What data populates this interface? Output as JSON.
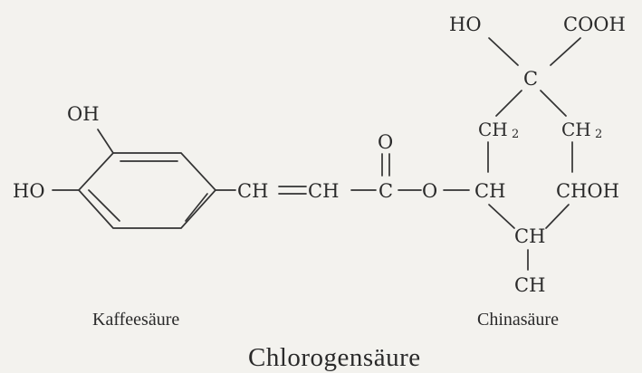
{
  "atoms": {
    "ring_oh_top": "OH",
    "ring_ho_left": "HO",
    "chain_ch1": "CH",
    "chain_ch2": "CH",
    "carbonyl_c": "C",
    "carbonyl_o": "O",
    "ester_o": "O",
    "q_top_ho": "HO",
    "q_top_cooh": "COOH",
    "q_c": "C",
    "q_ch2_left": "CH",
    "q_ch2_right": "CH",
    "q_sub": "2",
    "q_ch_left": "CH",
    "q_chohl": "CHOH",
    "q_ch_bottom": "CH",
    "q_ch_lowest": "CH"
  },
  "labels": {
    "caffeic": "Kaffeesäure",
    "quinic": "Chinasäure",
    "title": "Chlorogensäure"
  }
}
